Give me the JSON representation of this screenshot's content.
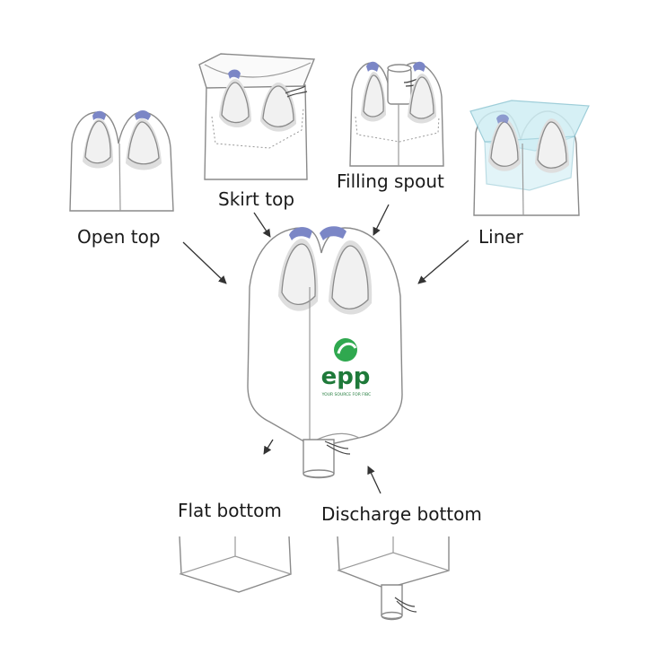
{
  "labels": {
    "open_top": "Open top",
    "skirt_top": "Skirt top",
    "filling_spout": "Filling spout",
    "liner": "Liner",
    "flat_bottom": "Flat bottom",
    "discharge_bottom": "Discharge bottom"
  },
  "logo": {
    "brand": "EPP",
    "tagline": "YOUR SOURCE FOR FIBC"
  },
  "colors": {
    "loop_tip": "#7b86c6",
    "liner": "#cfeef4",
    "logo_green": "#2fa84f",
    "logo_text": "#1f7a3a"
  }
}
